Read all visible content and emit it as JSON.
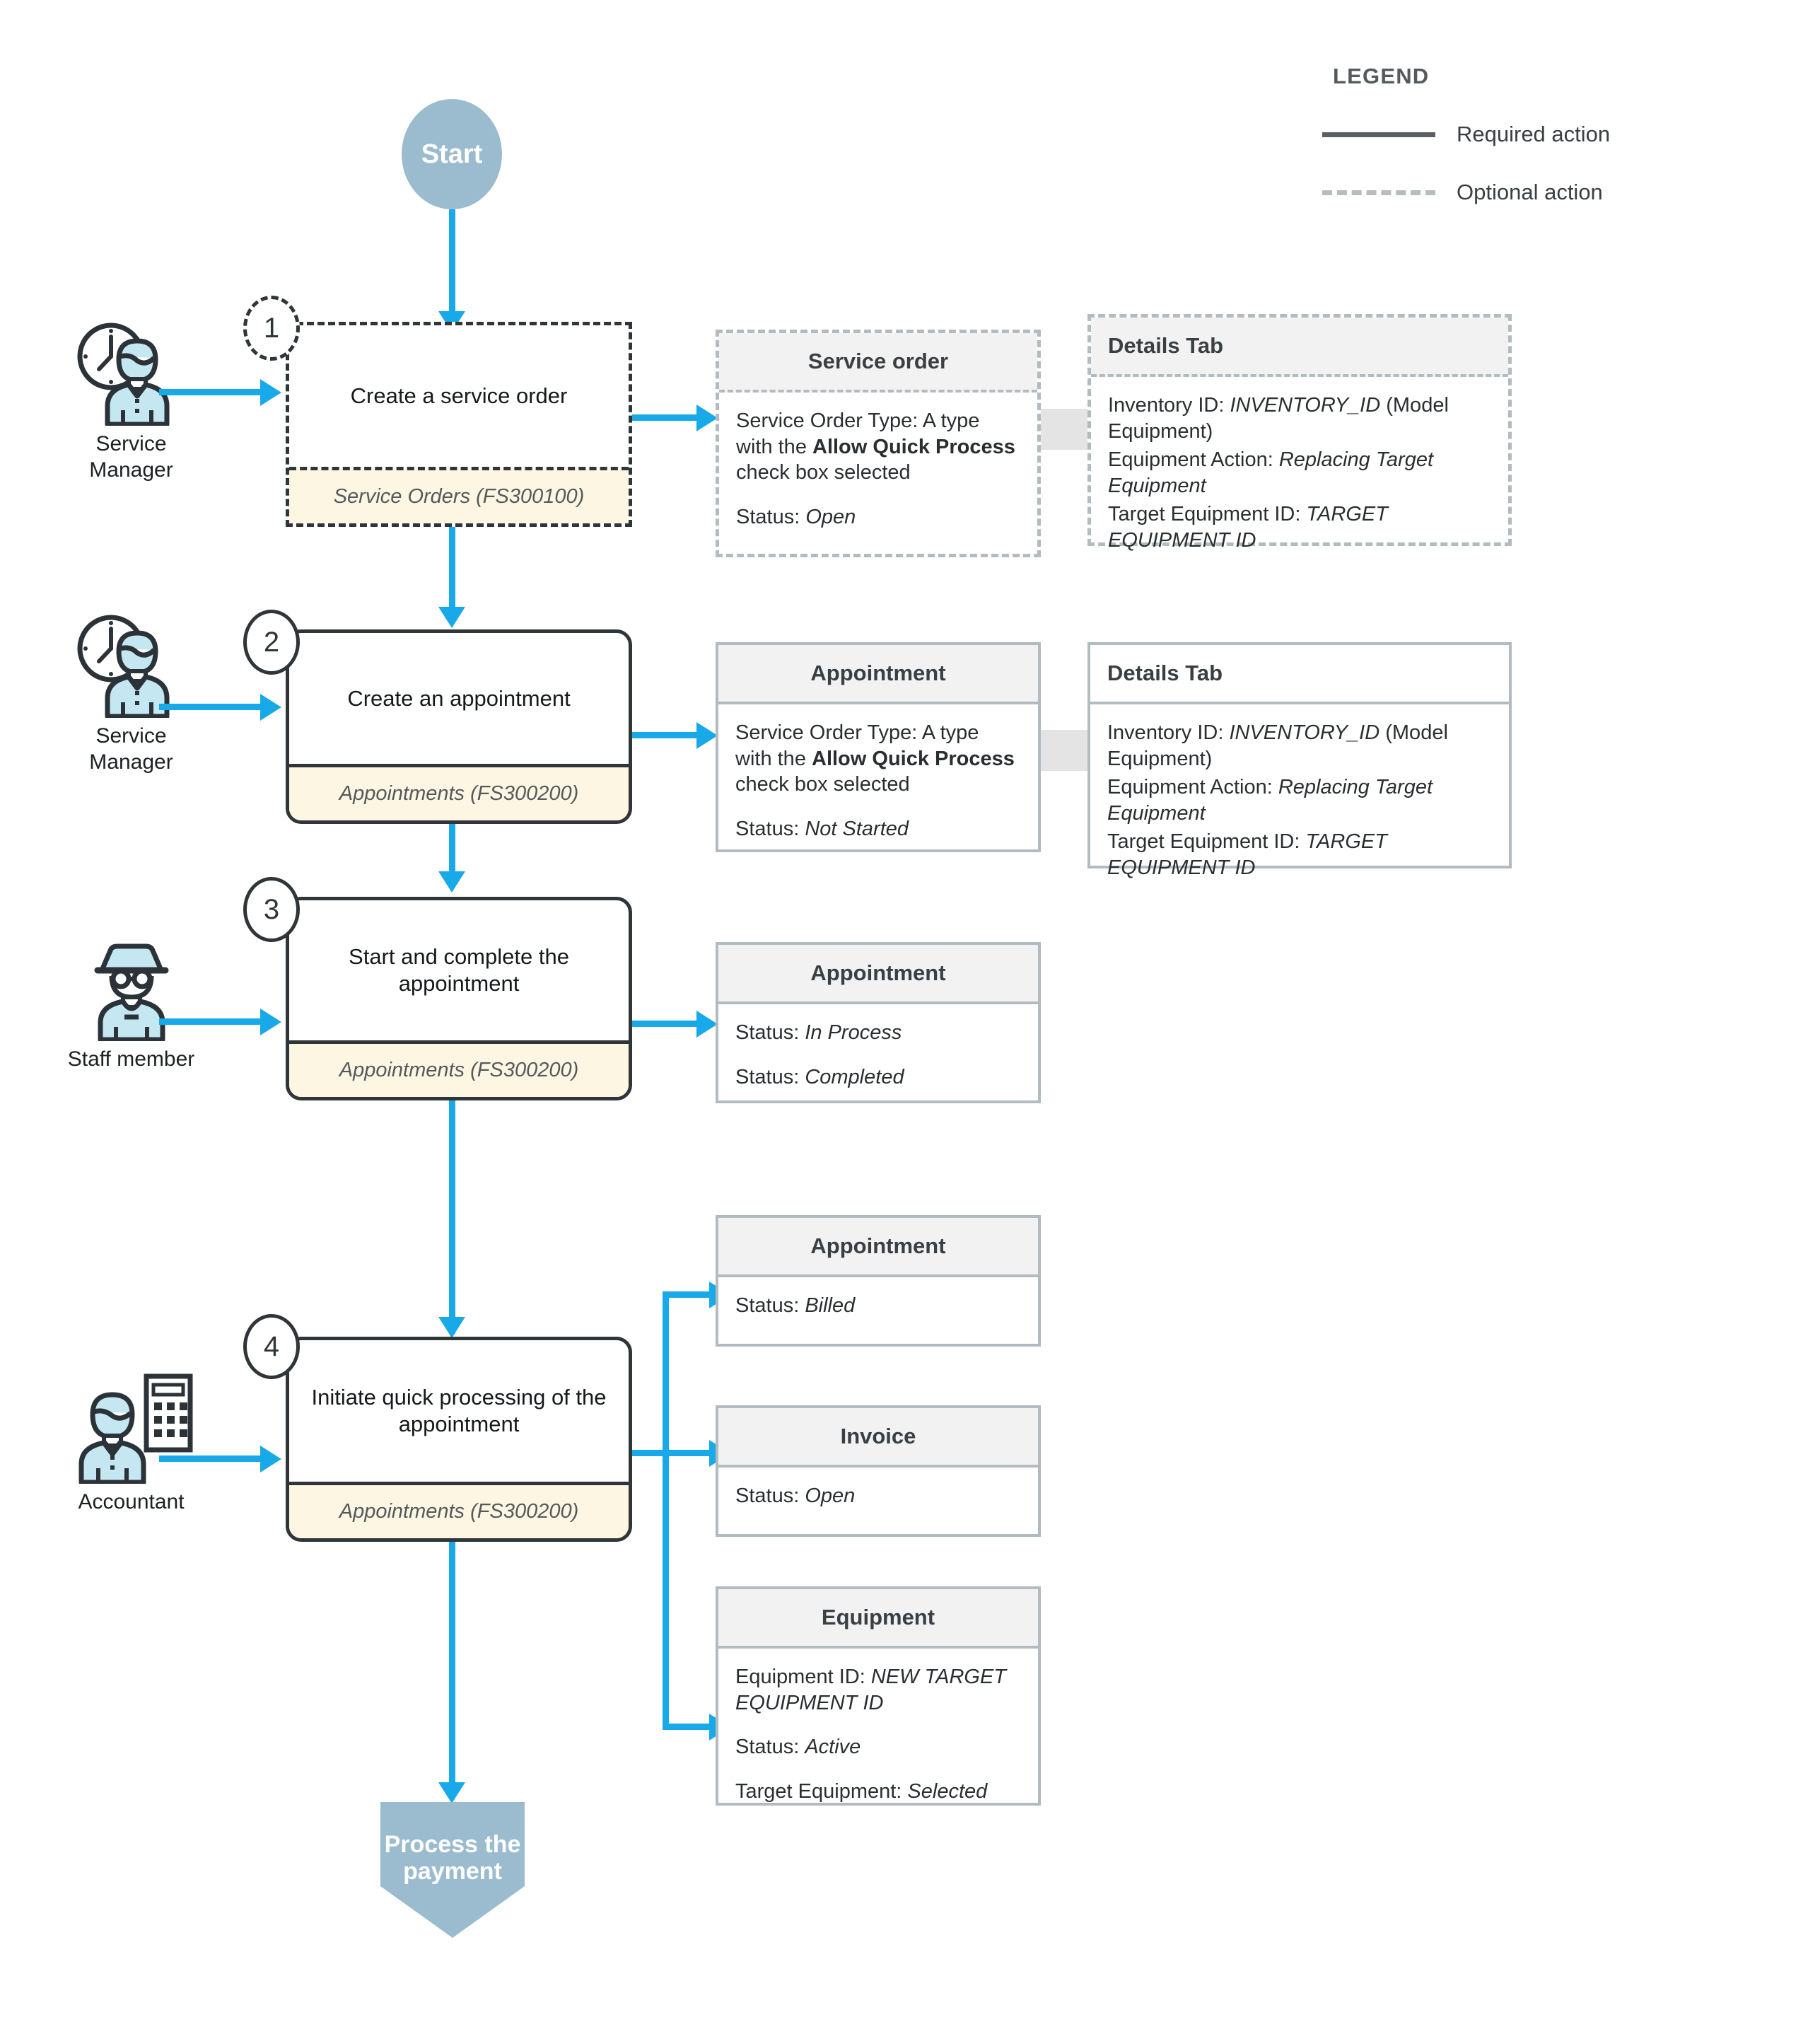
{
  "legend": {
    "title": "LEGEND",
    "items": [
      {
        "label": "Required action",
        "style": "solid"
      },
      {
        "label": "Optional action",
        "style": "dashed"
      }
    ]
  },
  "start_node": {
    "label": "Start"
  },
  "end_node": {
    "label": "Process the payment"
  },
  "steps": [
    {
      "number": "1",
      "title": "Create a service order",
      "footer": "Service Orders (FS300100)",
      "optional": true,
      "actor": {
        "name": "Service Manager",
        "icon": "service-manager-clock-icon"
      }
    },
    {
      "number": "2",
      "title": "Create an appointment",
      "footer": "Appointments (FS300200)",
      "optional": false,
      "actor": {
        "name": "Service Manager",
        "icon": "service-manager-clock-icon"
      }
    },
    {
      "number": "3",
      "title": "Start and complete the appointment",
      "footer": "Appointments (FS300200)",
      "optional": false,
      "actor": {
        "name": "Staff member",
        "icon": "staff-member-icon"
      }
    },
    {
      "number": "4",
      "title": "Initiate quick processing of the appointment",
      "footer": "Appointments (FS300200)",
      "optional": false,
      "actor": {
        "name": "Accountant",
        "icon": "accountant-calculator-icon"
      }
    }
  ],
  "cards": {
    "service_order": {
      "header": "Service order",
      "line1_prefix": "Service Order Type: A type with the ",
      "line1_bold": "Allow Quick Process",
      "line1_suffix": " check box selected",
      "line2_label": "Status: ",
      "line2_value": "Open"
    },
    "details_tab_1": {
      "header": "Details Tab",
      "l1_label": "Inventory ID: ",
      "l1_value": "INVENTORY_ID",
      "l1_suffix": " (Model Equipment)",
      "l2_label": "Equipment Action: ",
      "l2_value": "Replacing Target Equipment",
      "l3_label": "Target Equipment ID: ",
      "l3_value": "TARGET EQUIPMENT ID"
    },
    "appointment_2": {
      "header": "Appointment",
      "line1_prefix": "Service Order Type: A type with the ",
      "line1_bold": "Allow Quick Process",
      "line1_suffix": " check box selected",
      "line2_label": "Status: ",
      "line2_value": "Not Started"
    },
    "details_tab_2": {
      "header": "Details Tab",
      "l1_label": "Inventory ID: ",
      "l1_value": "INVENTORY_ID",
      "l1_suffix": " (Model Equipment)",
      "l2_label": "Equipment Action: ",
      "l2_value": "Replacing Target Equipment",
      "l3_label": "Target Equipment ID: ",
      "l3_value": "TARGET EQUIPMENT ID"
    },
    "appointment_3": {
      "header": "Appointment",
      "l1_label": "Status: ",
      "l1_value": "In Process",
      "l2_label": "Status: ",
      "l2_value": "Completed"
    },
    "appointment_4": {
      "header": "Appointment",
      "l1_label": "Status: ",
      "l1_value": "Billed"
    },
    "invoice_4": {
      "header": "Invoice",
      "l1_label": "Status: ",
      "l1_value": "Open"
    },
    "equipment_4": {
      "header": "Equipment",
      "l1_label": "Equipment ID: ",
      "l1_value": "NEW TARGET EQUIPMENT ID",
      "l2_label": "Status: ",
      "l2_value": "Active",
      "l3_label": "Target Equipment: ",
      "l3_value": "Selected"
    }
  },
  "colors": {
    "accent_arrow": "#17a9e8",
    "terminator_fill": "#9bbccf",
    "step_footer_fill": "#fdf6e3",
    "card_border": "#b2bbc0",
    "card_header_fill": "#f2f2f2",
    "step_border": "#2f3538"
  }
}
